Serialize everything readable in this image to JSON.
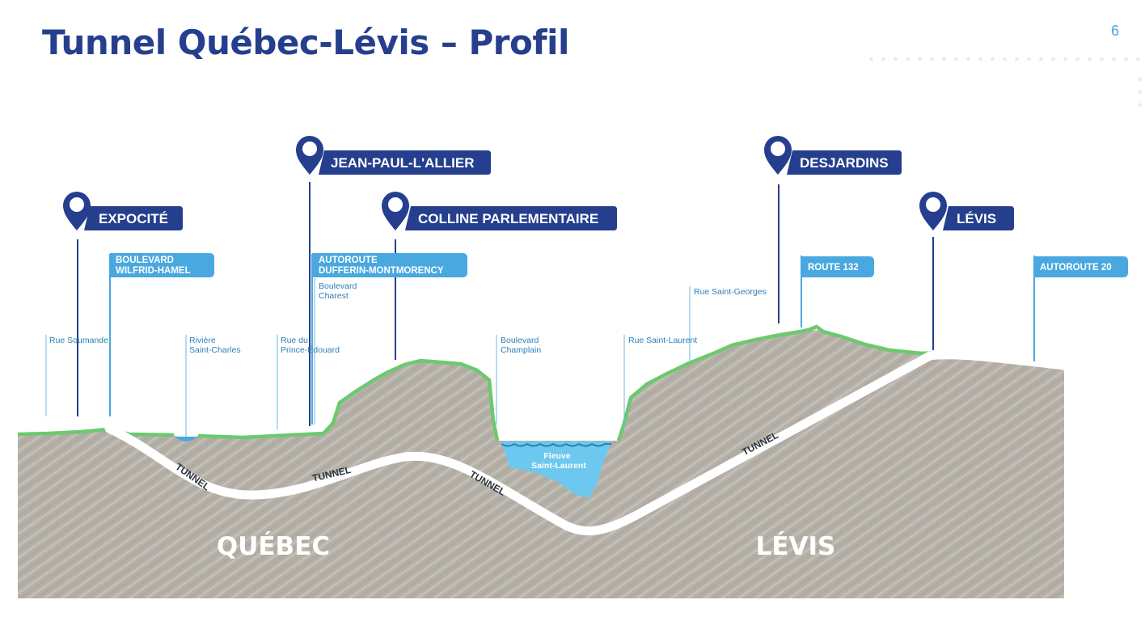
{
  "slide": {
    "title": "Tunnel Québec-Lévis – Profil",
    "page_number": "6"
  },
  "stations": [
    {
      "name": "EXPOCITÉ"
    },
    {
      "name": "JEAN-PAUL-L'ALLIER"
    },
    {
      "name": "COLLINE PARLEMENTAIRE"
    },
    {
      "name": "DESJARDINS"
    },
    {
      "name": "LÉVIS"
    }
  ],
  "roads": {
    "wilfrid_hamel": [
      "BOULEVARD",
      "WILFRID-HAMEL"
    ],
    "dufferin": [
      "AUTOROUTE",
      "DUFFERIN-MONTMORENCY"
    ],
    "route_132": "ROUTE 132",
    "autoroute_20": "AUTOROUTE 20"
  },
  "streets": {
    "soumande": "Rue Soumande",
    "riviere": [
      "Rivière",
      "Saint-Charles"
    ],
    "prince_edouard": [
      "Rue du",
      "Prince-Édouard"
    ],
    "charest": [
      "Boulevard",
      "Charest"
    ],
    "champlain": [
      "Boulevard",
      "Champlain"
    ],
    "saint_laurent": "Rue Saint-Laurent",
    "saint_georges": "Rue Saint-Georges"
  },
  "river": [
    "Fleuve",
    "Saint-Laurent"
  ],
  "tunnel_label": "TUNNEL",
  "cities": {
    "quebec": "QUÉBEC",
    "levis": "LÉVIS"
  },
  "colors": {
    "title": "#253f8e",
    "station_badge": "#253f8e",
    "road_badge": "#4aa8e0",
    "street_text": "#2e7fb8",
    "terrain": "#b5b0a7",
    "grass": "#6cc96e",
    "water": "#6cc8ef",
    "tunnel": "#ffffff"
  }
}
